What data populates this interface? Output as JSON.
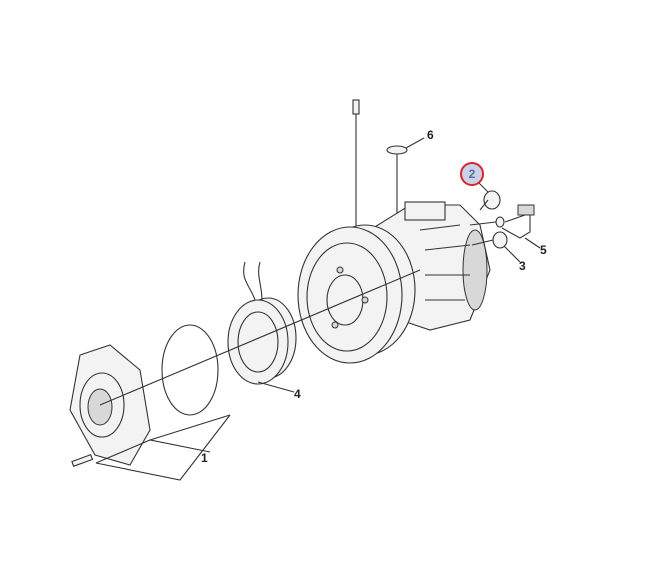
{
  "diagram": {
    "callouts": [
      {
        "id": "1",
        "label": "1"
      },
      {
        "id": "2",
        "label": "2",
        "highlighted": true
      },
      {
        "id": "3",
        "label": "3"
      },
      {
        "id": "4",
        "label": "4"
      },
      {
        "id": "5",
        "label": "5"
      },
      {
        "id": "6",
        "label": "6"
      }
    ],
    "highlight_color": "#d9232e"
  }
}
